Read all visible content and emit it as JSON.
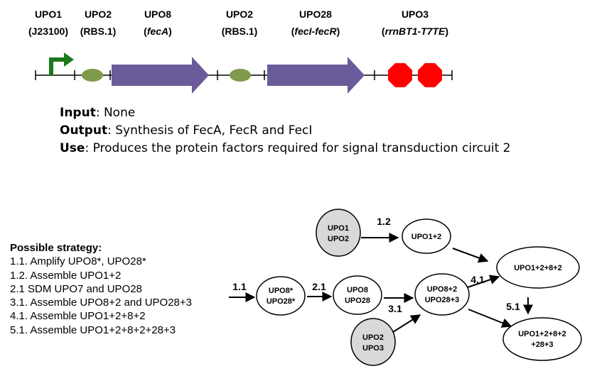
{
  "parts": [
    {
      "name": "UPO1",
      "sub": "(J23100)",
      "sub_italic": false
    },
    {
      "name": "UPO2",
      "sub": "(RBS.1)",
      "sub_italic": false
    },
    {
      "name": "UPO8",
      "sub": "fecA",
      "sub_italic": true
    },
    {
      "name": "UPO2",
      "sub": "(RBS.1)",
      "sub_italic": false
    },
    {
      "name": "UPO28",
      "sub": "fecI-fecR",
      "sub_italic": true
    },
    {
      "name": "UPO3",
      "sub": "rrnBT1-T7TE",
      "sub_italic": true
    }
  ],
  "info": {
    "input_label": "Input",
    "input_value": ": None",
    "output_label": "Output",
    "output_value": ": Synthesis of FecA, FecR and FecI",
    "use_label": "Use",
    "use_value": ": Produces the protein factors required for signal transduction circuit 2"
  },
  "strategy": {
    "title": "Possible strategy:",
    "steps": [
      "1.1. Amplify UPO8*, UPO28*",
      "1.2. Assemble UPO1+2",
      "2.1 SDM UPO7 and UPO28",
      "3.1. Assemble UPO8+2 and UPO28+3",
      "4.1. Assemble UPO1+2+8+2",
      "5.1. Assemble UPO1+2+8+2+28+3"
    ]
  },
  "flow": {
    "nodes": [
      {
        "id": "upo1-upo2",
        "lines": [
          "UPO1",
          "UPO2"
        ],
        "fill": "#d9d9d9"
      },
      {
        "id": "upo1-2",
        "lines": [
          "UPO1+2"
        ],
        "fill": "#ffffff"
      },
      {
        "id": "upo1-2-8-2",
        "lines": [
          "UPO1+2+8+2"
        ],
        "fill": "#ffffff"
      },
      {
        "id": "upo8-upo28-star",
        "lines": [
          "UPO8*",
          "UPO28*"
        ],
        "fill": "#ffffff"
      },
      {
        "id": "upo8-upo28",
        "lines": [
          "UPO8",
          "UPO28"
        ],
        "fill": "#ffffff"
      },
      {
        "id": "upo8-2-upo28-3",
        "lines": [
          "UPO8+2",
          "UPO28+3"
        ],
        "fill": "#ffffff"
      },
      {
        "id": "upo2-upo3",
        "lines": [
          "UPO2",
          "UPO3"
        ],
        "fill": "#d9d9d9"
      },
      {
        "id": "upo1-2-8-2-28-3",
        "lines": [
          "UPO1+2+8+2",
          "+28+3"
        ],
        "fill": "#ffffff"
      }
    ],
    "step_labels": [
      "1.2",
      "1.1",
      "2.1",
      "3.1",
      "4.1",
      "5.1"
    ]
  },
  "colors": {
    "promoter": "#1a7a1a",
    "rbs": "#7f9a4a",
    "cds": "#6b5b9a",
    "terminator": "#ff0000",
    "grey_node": "#d9d9d9"
  }
}
